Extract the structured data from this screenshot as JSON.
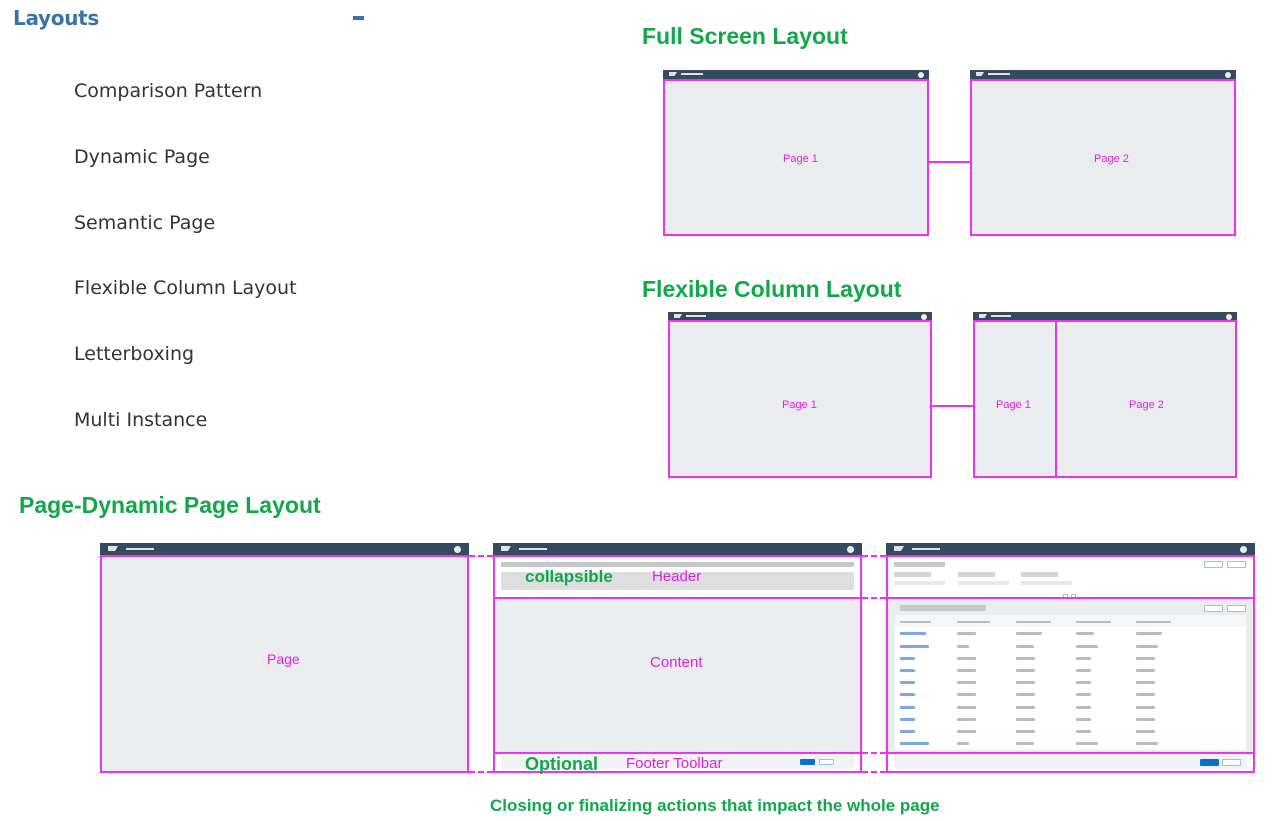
{
  "sidebar": {
    "title": "Layouts",
    "collapse_icon": "minus-icon",
    "items": [
      {
        "label": "Comparison Pattern"
      },
      {
        "label": "Dynamic Page"
      },
      {
        "label": "Semantic Page"
      },
      {
        "label": "Flexible Column Layout"
      },
      {
        "label": "Letterboxing"
      },
      {
        "label": "Multi Instance"
      }
    ]
  },
  "full_screen": {
    "title": "Full Screen Layout",
    "page1": "Page 1",
    "page2": "Page 2"
  },
  "flexible_column": {
    "title": "Flexible Column Layout",
    "page1": "Page 1",
    "col_page1": "Page 1",
    "col_page2": "Page 2"
  },
  "dynamic_page": {
    "title": "Page-Dynamic Page Layout",
    "page_label": "Page",
    "collapsible_label": "collapsible",
    "header_label": "Header",
    "content_label": "Content",
    "optional_label": "Optional",
    "footer_label": "Footer Toolbar",
    "caption": "Closing or finalizing actions that impact the whole page"
  },
  "colors": {
    "accent_title": "#3b73a8",
    "green_heading": "#12a84a",
    "magenta_outline": "#ee33ee",
    "shellbar": "#354a5f",
    "primary_button": "#0a6ed1"
  }
}
